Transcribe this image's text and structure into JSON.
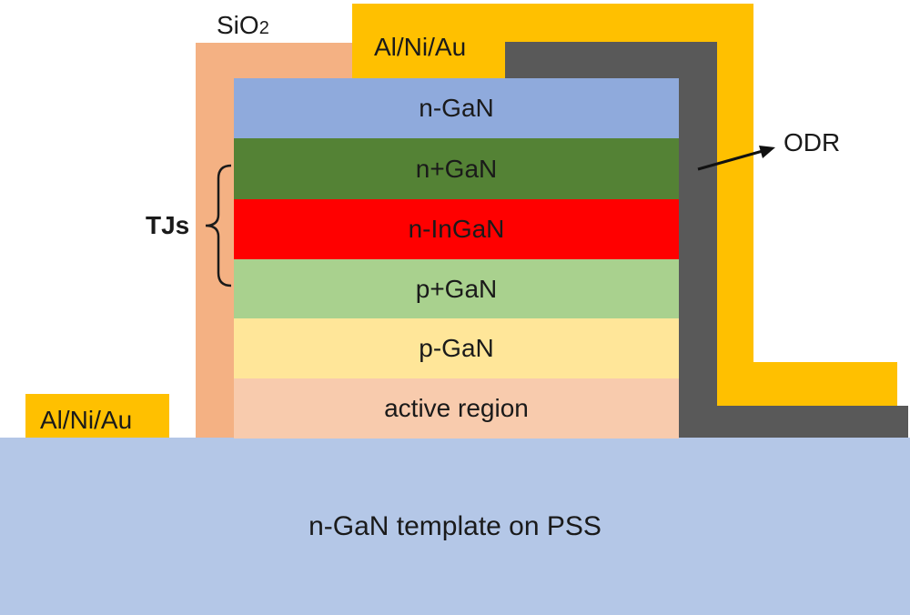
{
  "labels": {
    "sio2_prefix": "SiO",
    "sio2_subscript": "2",
    "top_contact": "Al/Ni/Au",
    "bottom_contact": "Al/Ni/Au",
    "odr": "ODR",
    "tjs": "TJs",
    "substrate": "n-GaN template on PSS"
  },
  "layers": [
    {
      "label": "n-GaN"
    },
    {
      "label": "n+GaN"
    },
    {
      "label": "n-InGaN"
    },
    {
      "label": "p+GaN"
    },
    {
      "label": "p-GaN"
    },
    {
      "label": "active region"
    }
  ],
  "colors": {
    "substrate": "#b4c7e7",
    "sio2": "#f4b183",
    "metal": "#ffc000",
    "odr": "#595959",
    "n_gan": "#8faadc",
    "n_plus_gan": "#548235",
    "n_ingan": "#ff0000",
    "p_plus_gan": "#a9d18e",
    "p_gan": "#ffe699",
    "active_region": "#f8cbad"
  }
}
